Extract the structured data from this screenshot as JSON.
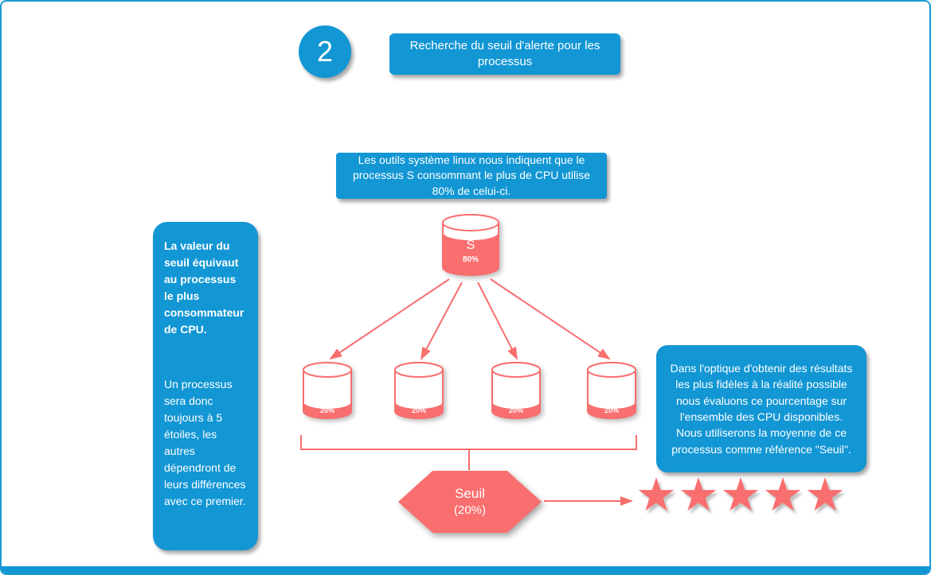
{
  "colors": {
    "blue": "#1296d4",
    "coral": "#f96e6e"
  },
  "header": {
    "step_number": "2",
    "title": "Recherche du seuil d'alerte pour les processus"
  },
  "notes": {
    "top": "Les outils système linux nous indiquent que le processus S consommant le plus de CPU utilise 80% de celui-ci.",
    "left_primary": "La valeur du seuil équivaut au processus le plus consommateur de CPU.",
    "left_secondary": "Un processus sera donc toujours à 5 étoiles, les autres dépendront de leurs différences avec ce premier.",
    "right": "Dans l'optique d'obtenir des résultats les plus fidèles à la réalité possible nous évaluons ce pourcentage sur l'ensemble des CPU disponibles. Nous utiliserons la moyenne de ce processus comme référence \"Seuil\"."
  },
  "diagram": {
    "process": {
      "label": "S",
      "usage": "80%"
    },
    "cpus": [
      {
        "usage": "20%"
      },
      {
        "usage": "20%"
      },
      {
        "usage": "20%"
      },
      {
        "usage": "20%"
      }
    ],
    "threshold": {
      "label": "Seuil",
      "value": "(20%)"
    },
    "rating": {
      "stars": 5,
      "star_icon": "★"
    }
  }
}
